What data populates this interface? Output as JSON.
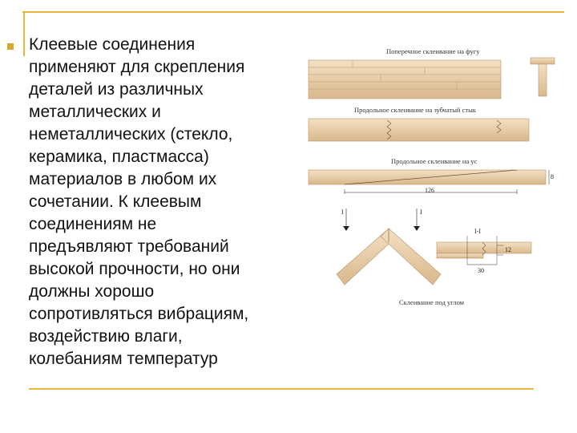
{
  "slide": {
    "body_text": "Клеевые соединения\nприменяют для скрепления\nдеталей из различных\nметаллических и\nнеметаллических (стекло,\nкерамика, пластмасса)\nматериалов в любом их\nсочетании. К клеевым\nсоединениям не\nпредъявляют требований\nвысокой прочности, но они\nдолжны хорошо\nсопротивляться вибрациям,\nвоздействию влаги,\nколебаниям температур"
  },
  "figure": {
    "caption_cross": "Поперечное склеивание на фугу",
    "caption_finger": "Продольное склеивание на зубчатый стык",
    "caption_scarf": "Продольное склеивание на ус",
    "caption_angle": "Склеивание под углом",
    "dim_8": "8",
    "dim_126": "126",
    "dim_I_left": "I",
    "dim_I_right": "I",
    "dim_section": "I-I",
    "dim_12": "12",
    "dim_30": "30"
  },
  "colors": {
    "accent": "#e5b83a",
    "wood": "#e9cfa9",
    "wood_dark": "#c9a77d"
  }
}
